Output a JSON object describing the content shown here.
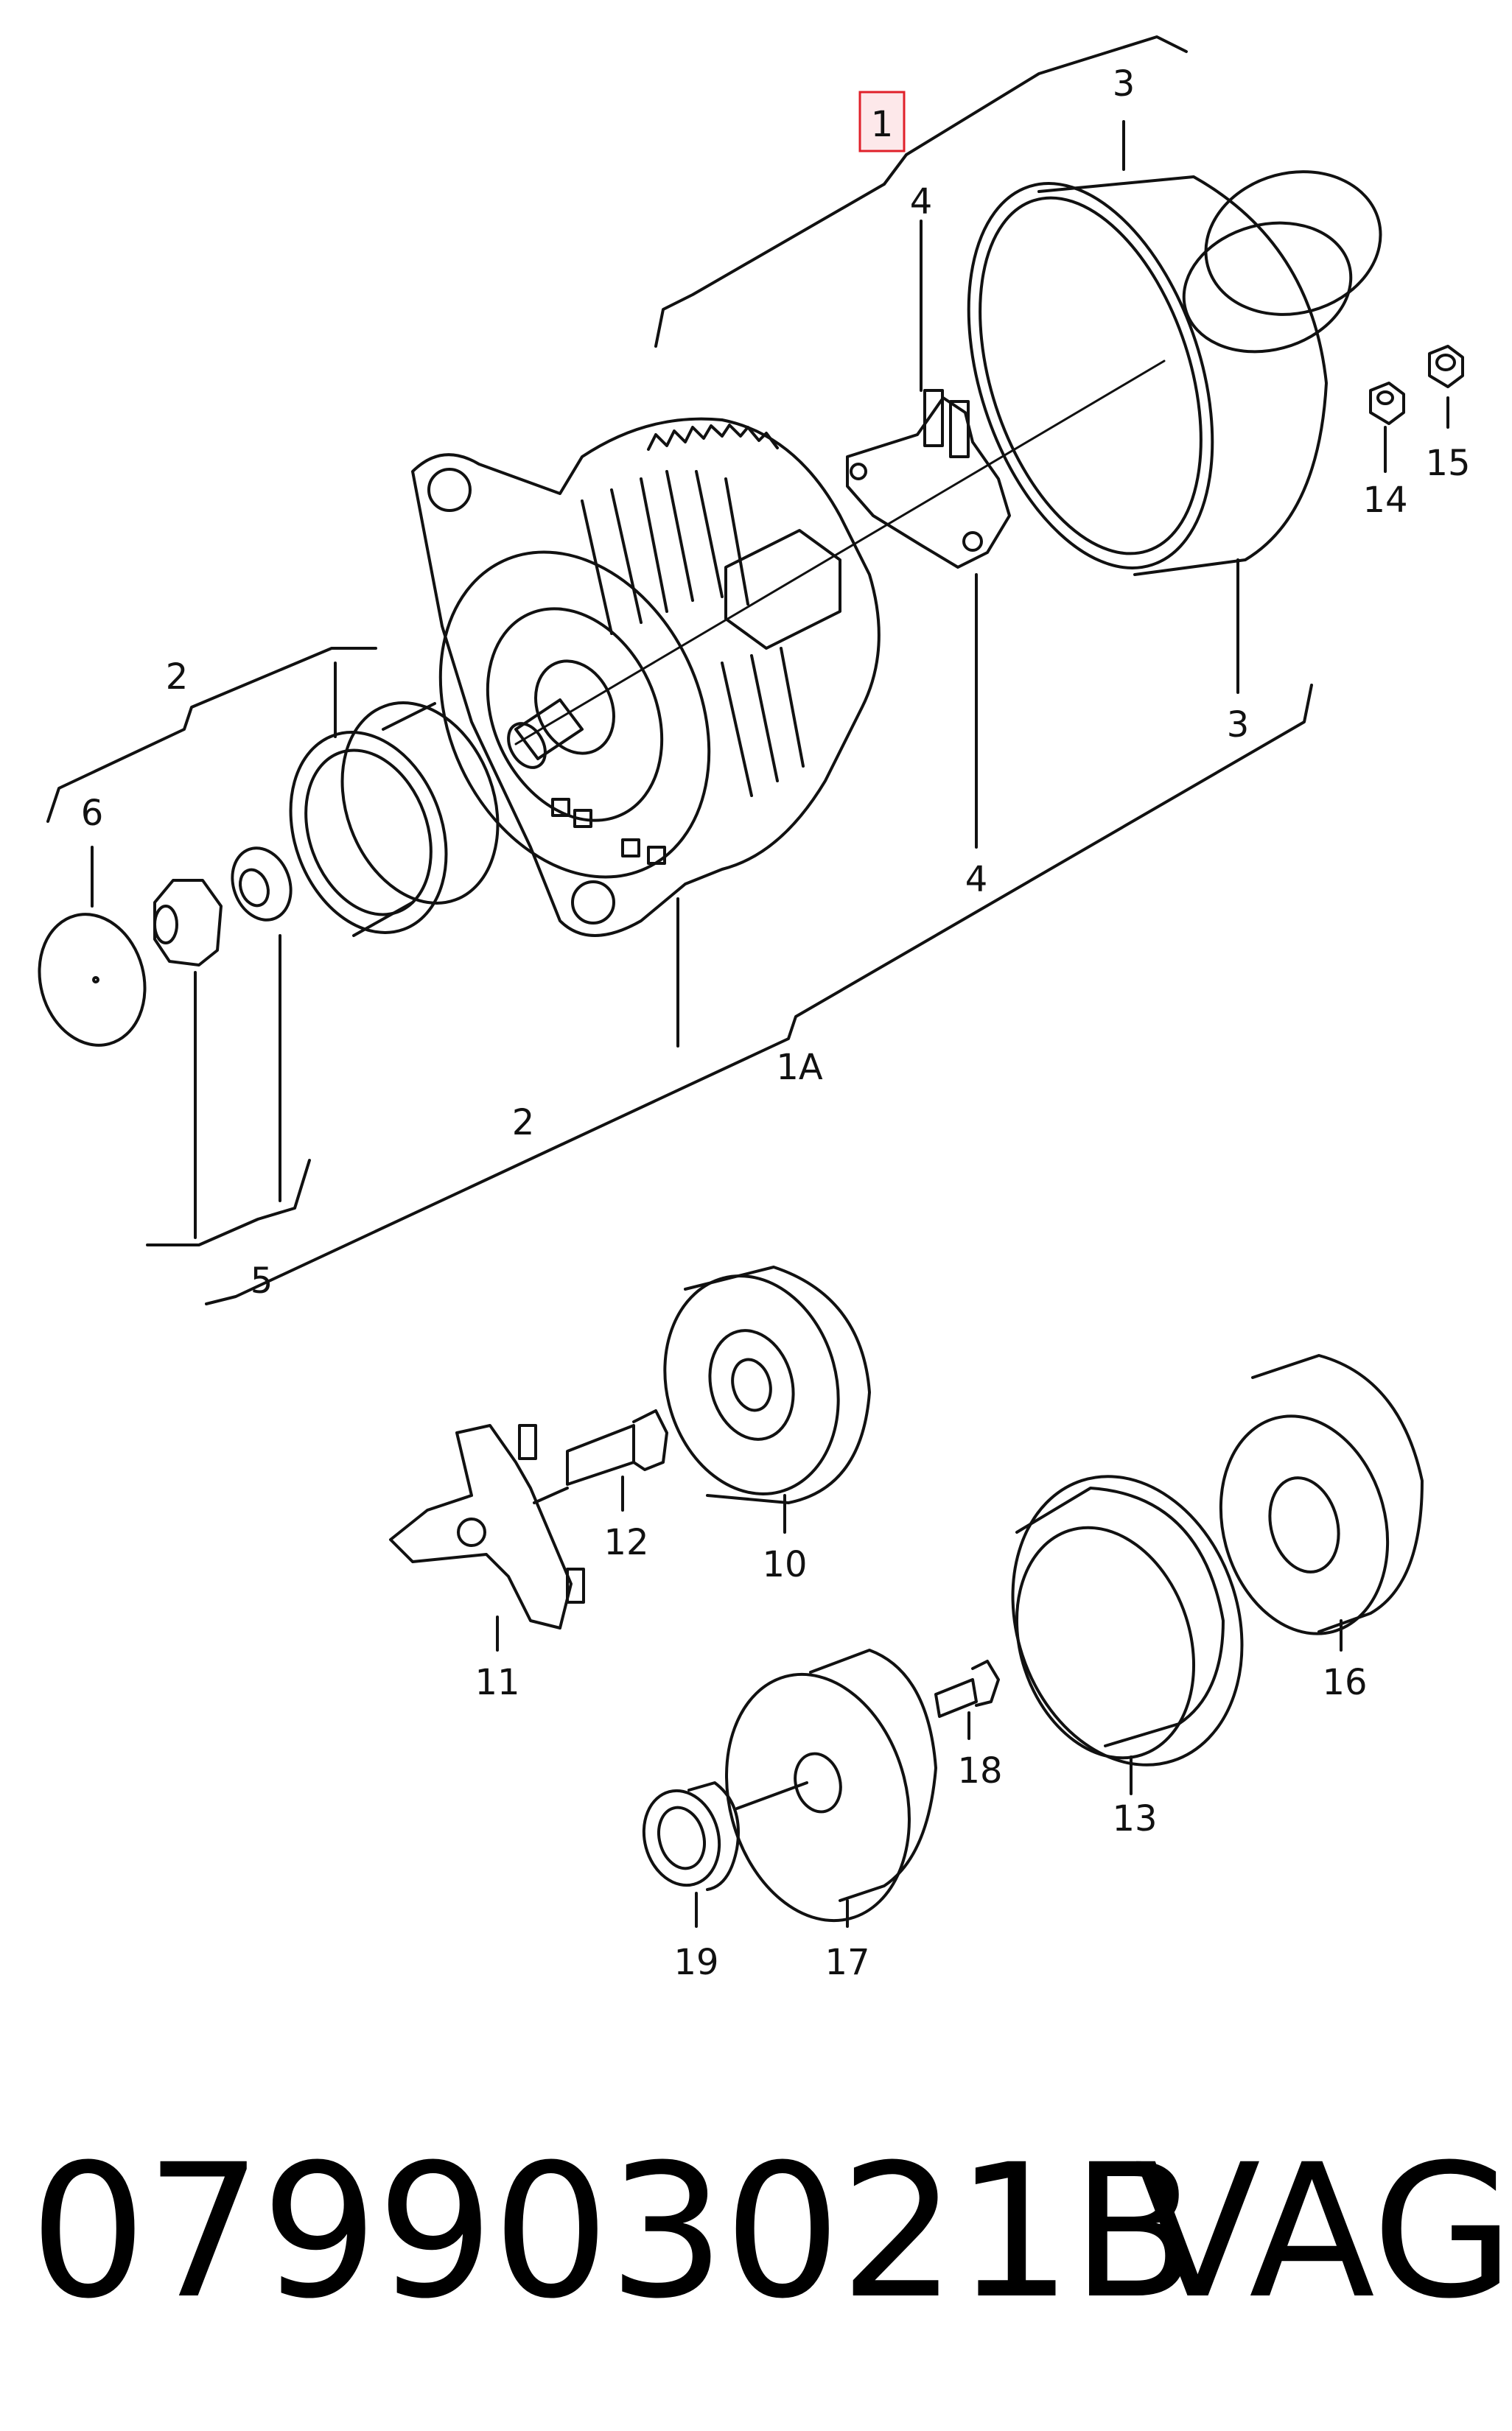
{
  "callouts": {
    "c1": "1",
    "c1A": "1A",
    "c2a": "2",
    "c2b": "2",
    "c3a": "3",
    "c3b": "3",
    "c4a": "4",
    "c4b": "4",
    "c5": "5",
    "c6": "6",
    "c10": "10",
    "c11": "11",
    "c12": "12",
    "c13": "13",
    "c14": "14",
    "c15": "15",
    "c16": "16",
    "c17": "17",
    "c18": "18",
    "c19": "19"
  },
  "footer": {
    "part_number": "079903021B",
    "brand": "VAG"
  },
  "colors": {
    "highlight_box": "#e0202a",
    "highlight_fill": "#fde8ea",
    "line": "#111111"
  }
}
